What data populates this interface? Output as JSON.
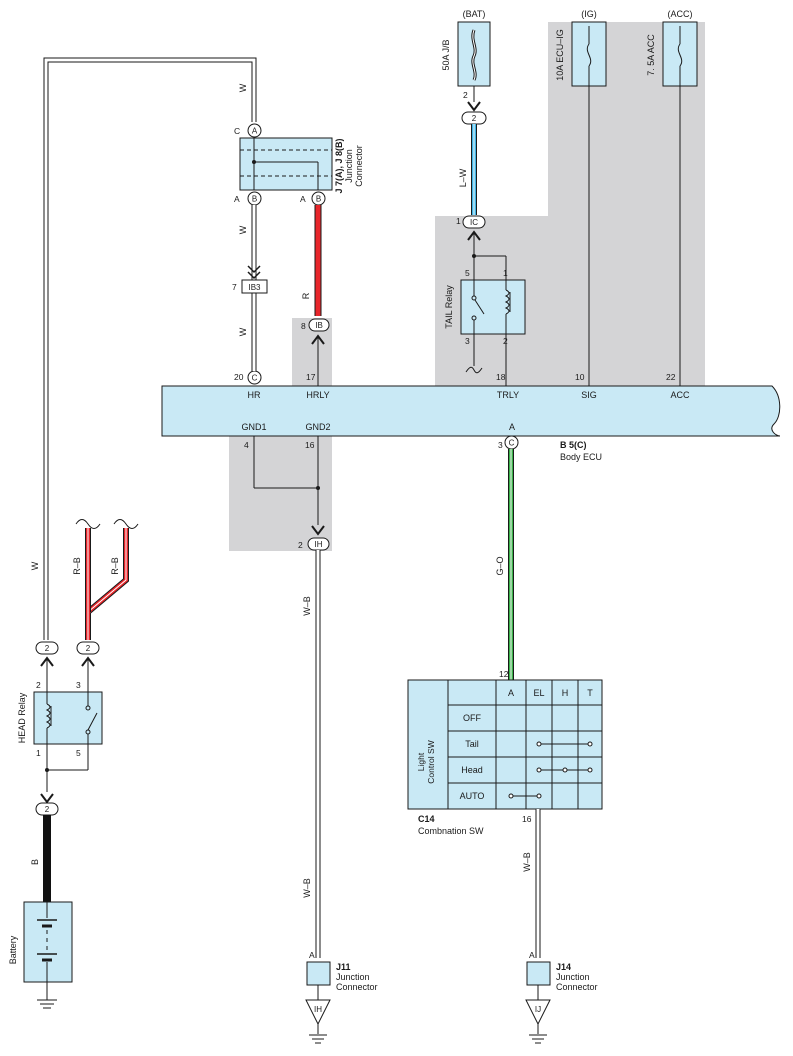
{
  "fuses": {
    "bat": {
      "tag": "(BAT)",
      "name": "50A J/B",
      "pin": "2"
    },
    "ig": {
      "tag": "(IG)",
      "name": "10A ECU–IG"
    },
    "acc": {
      "tag": "(ACC)",
      "name": "7. 5A ACC"
    }
  },
  "connectors": {
    "c_ig": "IC",
    "c_ib": "IB",
    "c_ih": "IH",
    "c_c": "C",
    "c_a": "A",
    "c_b": "B",
    "ib3": "IB3",
    "ij": "IJ",
    "ih_bottom": "IH",
    "two": "2"
  },
  "wires": {
    "w1": "W",
    "w2": "W",
    "w3": "W",
    "w4": "W",
    "r": "R",
    "lw": "L–W",
    "go": "G–O",
    "wb1": "W–B",
    "wb2": "W–B",
    "wb3": "W–B",
    "rb1": "R–B",
    "rb2": "R–B",
    "b": "B"
  },
  "junction_top": {
    "id": "J 7(A), J 8(B)",
    "desc1": "Junction",
    "desc2": "Connector"
  },
  "ecu": {
    "id": "B 5(C)",
    "name": "Body ECU",
    "pins_top": [
      {
        "num": "20",
        "label": "HR"
      },
      {
        "num": "17",
        "label": "HRLY"
      },
      {
        "num": "18",
        "label": "TRLY"
      },
      {
        "num": "10",
        "label": "SIG"
      },
      {
        "num": "22",
        "label": "ACC"
      }
    ],
    "pins_bottom": [
      {
        "num": "4",
        "label": "GND1"
      },
      {
        "num": "16",
        "label": "GND2"
      },
      {
        "num": "3",
        "label": "A"
      }
    ]
  },
  "tail_relay": {
    "name": "TAIL Relay",
    "p5": "5",
    "p1": "1",
    "p3": "3",
    "p2": "2"
  },
  "head_relay": {
    "name": "HEAD Relay",
    "p2": "2",
    "p3": "3",
    "p1": "1",
    "p5": "5"
  },
  "light_sw": {
    "name1": "Light",
    "name2": "Control SW",
    "cols": [
      "A",
      "EL",
      "H",
      "T"
    ],
    "rows": [
      "OFF",
      "Tail",
      "Head",
      "AUTO"
    ],
    "pin_top": "12",
    "pin_bottom": "16",
    "id": "C14",
    "desc": "Combnation SW"
  },
  "pins": {
    "p1": "1",
    "p7": "7",
    "p8": "8",
    "p2": "2",
    "p2b": "2",
    "ca": "C",
    "aa": "A",
    "ab": "A",
    "ja": "A",
    "jb": "A"
  },
  "j11": {
    "id": "J11",
    "desc1": "Junction",
    "desc2": "Connector"
  },
  "j14": {
    "id": "J14",
    "desc1": "Junction",
    "desc2": "Connector"
  },
  "battery": "Battery"
}
